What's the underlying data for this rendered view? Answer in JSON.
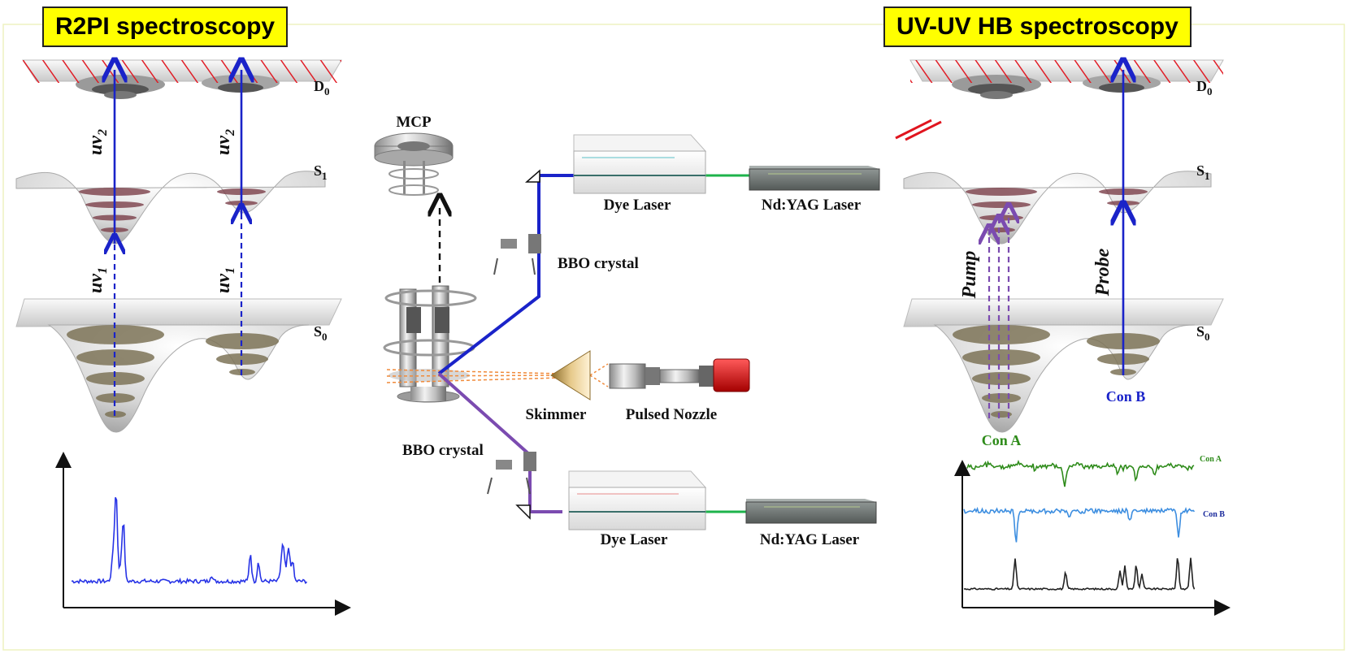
{
  "left_panel": {
    "title": "R2PI spectroscopy",
    "level_D0": "D",
    "level_S1": "S",
    "level_S0": "S",
    "sub_D0": "0",
    "sub_S1": "1",
    "sub_S0": "0",
    "uv2_main": "uv",
    "uv2_sub": "2",
    "uv1_main": "uv",
    "uv1_sub": "1"
  },
  "right_panel": {
    "title": "UV-UV HB spectroscopy",
    "level_D0": "D",
    "level_S1": "S",
    "level_S0": "S",
    "sub_D0": "0",
    "sub_S1": "1",
    "sub_S0": "0",
    "pump_label": "Pump",
    "probe_label": "Probe",
    "con_a_label": "Con A",
    "con_b_label": "Con B",
    "trace_con_a_label": "Con A",
    "trace_con_b_label": "Con B"
  },
  "apparatus": {
    "mcp_label": "MCP",
    "dye_laser_top": "Dye Laser",
    "ndyag_top": "Nd:YAG Laser",
    "bbo_top": "BBO crystal",
    "skimmer": "Skimmer",
    "pulsed_nozzle": "Pulsed Nozzle",
    "bbo_bottom": "BBO crystal",
    "dye_laser_bottom": "Dye Laser",
    "ndyag_bottom": "Nd:YAG Laser"
  },
  "colors": {
    "title_bg": "#ffff00",
    "excitation_blue": "#1a23c9",
    "pump_purple": "#7b4bb0",
    "laser_green": "#1db34b",
    "con_a_trace": "#2e8b1a",
    "con_b_trace": "#3d8ee0",
    "hb_black_trace": "#222222",
    "r2pi_trace": "#2733e6",
    "continuum_hatch": "#e0141e"
  },
  "icons": [
    "prism-icon",
    "bbo-crystal-mount-icon",
    "mcp-detector-icon",
    "skimmer-cone-icon",
    "pulsed-nozzle-icon",
    "vacuum-chamber-icon",
    "dye-laser-box-icon",
    "ndyag-laser-box-icon"
  ]
}
